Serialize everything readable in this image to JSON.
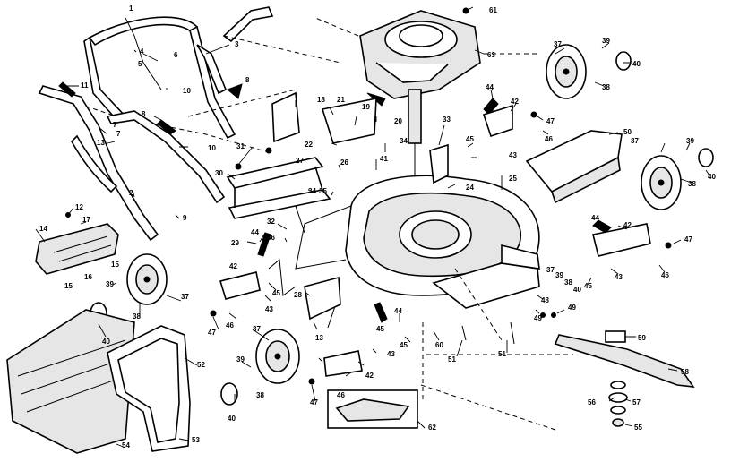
{
  "callouts": [
    {
      "id": "c1",
      "text": "1"
    },
    {
      "id": "c3",
      "text": "3"
    },
    {
      "id": "c4",
      "text": "4"
    },
    {
      "id": "c5",
      "text": "5"
    },
    {
      "id": "c6",
      "text": "6"
    },
    {
      "id": "c10a",
      "text": "10"
    },
    {
      "id": "c8a",
      "text": "8"
    },
    {
      "id": "c11",
      "text": "11"
    },
    {
      "id": "c8b",
      "text": "8"
    },
    {
      "id": "c7a",
      "text": "7"
    },
    {
      "id": "c7b",
      "text": "7"
    },
    {
      "id": "c13a",
      "text": "13"
    },
    {
      "id": "c10b",
      "text": "10"
    },
    {
      "id": "c2",
      "text": "2"
    },
    {
      "id": "c9",
      "text": "9"
    },
    {
      "id": "c12",
      "text": "12"
    },
    {
      "id": "c17",
      "text": "17"
    },
    {
      "id": "c14",
      "text": "14"
    },
    {
      "id": "c15a",
      "text": "15"
    },
    {
      "id": "c16",
      "text": "16"
    },
    {
      "id": "c15b",
      "text": "15"
    },
    {
      "id": "c61",
      "text": "61"
    },
    {
      "id": "c63",
      "text": "63"
    },
    {
      "id": "c18",
      "text": "18"
    },
    {
      "id": "c21",
      "text": "21"
    },
    {
      "id": "c19",
      "text": "19"
    },
    {
      "id": "c20",
      "text": "20"
    },
    {
      "id": "c22",
      "text": "22"
    },
    {
      "id": "c34a",
      "text": "34"
    },
    {
      "id": "c33",
      "text": "33"
    },
    {
      "id": "c31",
      "text": "31"
    },
    {
      "id": "c30",
      "text": "30"
    },
    {
      "id": "c26",
      "text": "26"
    },
    {
      "id": "c27",
      "text": "27"
    },
    {
      "id": "c41",
      "text": "41"
    },
    {
      "id": "c34b",
      "text": "34"
    },
    {
      "id": "c35",
      "text": "35"
    },
    {
      "id": "c24",
      "text": "24"
    },
    {
      "id": "c25",
      "text": "25"
    },
    {
      "id": "c32",
      "text": "32"
    },
    {
      "id": "c29",
      "text": "29"
    },
    {
      "id": "c36",
      "text": "36"
    },
    {
      "id": "c44a",
      "text": "44"
    },
    {
      "id": "c42a",
      "text": "42"
    },
    {
      "id": "c43a",
      "text": "43"
    },
    {
      "id": "c46a",
      "text": "46"
    },
    {
      "id": "c47a",
      "text": "47"
    },
    {
      "id": "c45a",
      "text": "45"
    },
    {
      "id": "c28",
      "text": "28"
    },
    {
      "id": "c13b",
      "text": "13"
    },
    {
      "id": "c37a",
      "text": "37"
    },
    {
      "id": "c39a",
      "text": "39"
    },
    {
      "id": "c38a",
      "text": "38"
    },
    {
      "id": "c40a",
      "text": "40"
    },
    {
      "id": "c37b",
      "text": "37"
    },
    {
      "id": "c39b",
      "text": "39"
    },
    {
      "id": "c38b",
      "text": "38"
    },
    {
      "id": "c40b",
      "text": "40"
    },
    {
      "id": "c52",
      "text": "52"
    },
    {
      "id": "c53",
      "text": "53"
    },
    {
      "id": "c54",
      "text": "54"
    },
    {
      "id": "c37c",
      "text": "37"
    },
    {
      "id": "c39c",
      "text": "39"
    },
    {
      "id": "c40c",
      "text": "40"
    },
    {
      "id": "c38c",
      "text": "38"
    },
    {
      "id": "c47b",
      "text": "47"
    },
    {
      "id": "c46b",
      "text": "46"
    },
    {
      "id": "c42b",
      "text": "42"
    },
    {
      "id": "c43b",
      "text": "43"
    },
    {
      "id": "c44b",
      "text": "44"
    },
    {
      "id": "c45b",
      "text": "45"
    },
    {
      "id": "c60",
      "text": "60"
    },
    {
      "id": "c51a",
      "text": "51"
    },
    {
      "id": "c51b",
      "text": "51"
    },
    {
      "id": "c62",
      "text": "62"
    },
    {
      "id": "c37d",
      "text": "37"
    },
    {
      "id": "c39d",
      "text": "39"
    },
    {
      "id": "c38d",
      "text": "38"
    },
    {
      "id": "c40d",
      "text": "40"
    },
    {
      "id": "c44c",
      "text": "44"
    },
    {
      "id": "c42c",
      "text": "42"
    },
    {
      "id": "c43c",
      "text": "43"
    },
    {
      "id": "c47c",
      "text": "47"
    },
    {
      "id": "c46c",
      "text": "46"
    },
    {
      "id": "c45c",
      "text": "45"
    },
    {
      "id": "c50",
      "text": "50"
    },
    {
      "id": "c37e",
      "text": "37"
    },
    {
      "id": "c39e",
      "text": "39"
    },
    {
      "id": "c38e",
      "text": "38"
    },
    {
      "id": "c40e",
      "text": "40"
    },
    {
      "id": "c44d",
      "text": "44"
    },
    {
      "id": "c42d",
      "text": "42"
    },
    {
      "id": "c43d",
      "text": "43"
    },
    {
      "id": "c47d",
      "text": "47"
    },
    {
      "id": "c45d",
      "text": "45"
    },
    {
      "id": "c46d",
      "text": "46"
    },
    {
      "id": "c48",
      "text": "48"
    },
    {
      "id": "c49a",
      "text": "49"
    },
    {
      "id": "c49b",
      "text": "49"
    },
    {
      "id": "c59",
      "text": "59"
    },
    {
      "id": "c58",
      "text": "58"
    },
    {
      "id": "c56",
      "text": "56"
    },
    {
      "id": "c57",
      "text": "57"
    },
    {
      "id": "c55",
      "text": "55"
    },
    {
      "id": "c45e",
      "text": "45"
    }
  ]
}
